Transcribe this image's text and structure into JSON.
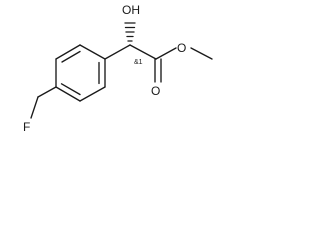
{
  "structure": {
    "atoms": {
      "hydroxyl": "OH",
      "carbonyl_oxygen": "O",
      "ester_oxygen": "O",
      "fluorine": "F"
    },
    "stereo_label": "&1"
  }
}
